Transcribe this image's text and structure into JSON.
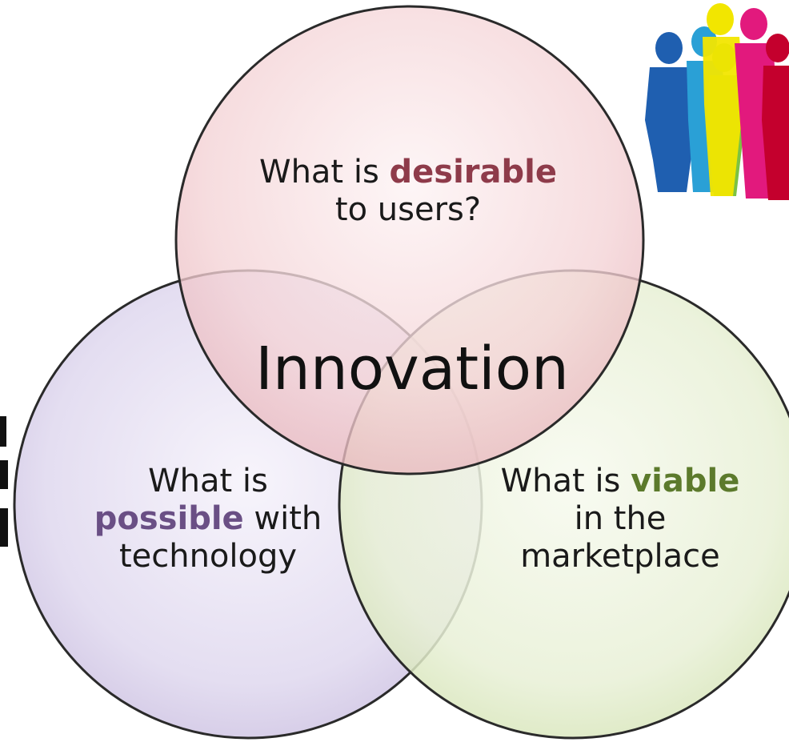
{
  "diagram": {
    "center_title": "Innovation",
    "circles": [
      {
        "id": "desirable",
        "prefix": "What is ",
        "emphasis": "desirable",
        "suffix": "",
        "line2": "to users?",
        "line3": "",
        "emphasis_color": "#8e3b4a"
      },
      {
        "id": "possible",
        "line1": "What is",
        "emphasis": "possible",
        "suffix": " with",
        "line3": "technology",
        "emphasis_color": "#6a4f85"
      },
      {
        "id": "viable",
        "prefix": "What is ",
        "emphasis": "viable",
        "line2": "in the",
        "line3": "marketplace",
        "emphasis_color": "#5c7a2c"
      }
    ]
  },
  "colors": {
    "desirable_fill": "#f3d4d6",
    "possible_fill": "#ddd6ec",
    "viable_fill": "#e6efd2",
    "outline": "#2a2a2a"
  },
  "figures_colors": [
    "#1f5fb0",
    "#2aa0d6",
    "#7cc242",
    "#f2e600",
    "#e2197d",
    "#c4002d"
  ]
}
